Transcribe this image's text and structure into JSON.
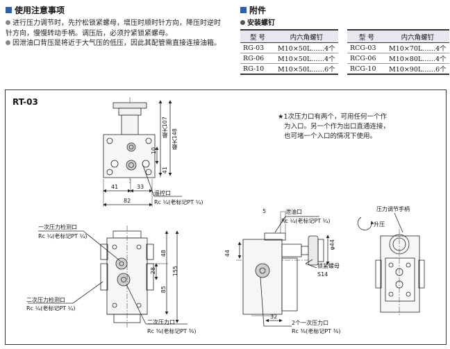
{
  "notes": {
    "title": "使用注意事项",
    "items": [
      "进行压力调节时，先拧松锁紧螺母，增压时顺时针方向，降压时逆时针方向，慢慢转动手柄。调压后，必须拧紧锁紧螺母。",
      "因泄油口背压是将近于大气压的低压，因此其配管需直接连接油箱。"
    ]
  },
  "accessories": {
    "title": "附件",
    "subtitle": "安装螺钉",
    "headers": [
      "型 号",
      "内六角螺钉"
    ],
    "table_left": [
      {
        "model": "RG-03",
        "screw": "M10×50L……4个"
      },
      {
        "model": "RG-06",
        "screw": "M10×50L……4个"
      },
      {
        "model": "RG-10",
        "screw": "M10×50L……6个"
      }
    ],
    "table_right": [
      {
        "model": "RCG-03",
        "screw": "M10×70L……4个"
      },
      {
        "model": "RCG-06",
        "screw": "M10×80L……4个"
      },
      {
        "model": "RCG-10",
        "screw": "M10×90L……6个"
      }
    ]
  },
  "drawing": {
    "model": "RT-03",
    "star_note_1": "★1次压力口有两个，可用任何一个作",
    "star_note_2": "为入口。另一个作为出口直通连接，",
    "star_note_3": "也可堵一个入口的情况下使用。",
    "dims": {
      "d107": "最大107",
      "d148": "最大148",
      "d10": "10",
      "d41v": "41",
      "d41": "41",
      "d33": "33",
      "d82": "82",
      "d48": "48",
      "d155": "155",
      "d28": "28",
      "d85": "85",
      "d5": "5",
      "d44": "44",
      "d44phi": "φ44",
      "d32": "32"
    },
    "labels": {
      "pilot_port": "遥控口",
      "pilot_port_rc": "Rc ¼(老标记PT ¼)",
      "p1_gauge": "一次压力检测口",
      "p1_gauge_rc": "Rc ¼(老标记PT ¼)",
      "p2_gauge": "二次压力检测口",
      "p2_gauge_rc": "Rc ¼(老标记PT ¼)",
      "p2_port": "二次压力口",
      "p2_port_rc": "Rc ⅜(老标记PT ⅜)",
      "drain": "泄油口",
      "drain_rc": "Rc ¼(老标记PT ¼)",
      "lock_nut": "锁紧螺母",
      "lock_nut_size": "S14",
      "p1_port": "2个一次压力口",
      "p1_port_rc": "Rc ⅜(老标记PT ⅜)",
      "handle": "压力调节手柄",
      "increase": "升压"
    }
  }
}
